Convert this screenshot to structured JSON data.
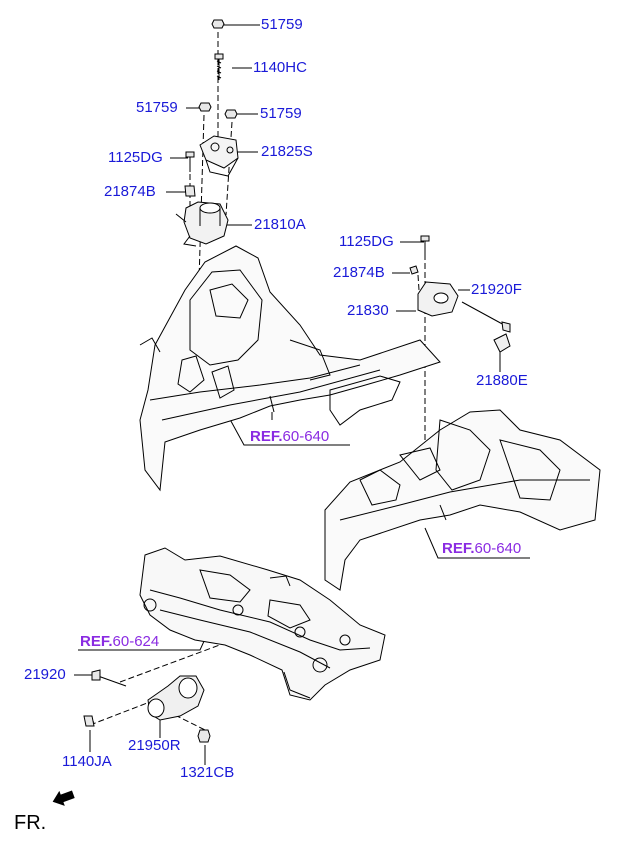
{
  "part_labels": {
    "p51759_top": "51759",
    "p1140HC": "1140HC",
    "p51759_left": "51759",
    "p51759_right": "51759",
    "p1125DG_top": "1125DG",
    "p21825S": "21825S",
    "p21874B_left": "21874B",
    "p21810A": "21810A",
    "p1125DG_right": "1125DG",
    "p21874B_right": "21874B",
    "p21920F": "21920F",
    "p21830": "21830",
    "p21880E": "21880E",
    "p21920": "21920",
    "p21950R": "21950R",
    "p1140JA": "1140JA",
    "p1321CB": "1321CB"
  },
  "references": {
    "ref_a": {
      "prefix": "REF.",
      "code": "60-640"
    },
    "ref_b": {
      "prefix": "REF.",
      "code": "60-640"
    },
    "ref_c": {
      "prefix": "REF.",
      "code": "60-624"
    }
  },
  "direction": {
    "label": "FR."
  },
  "colors": {
    "part_label": "#1a1ad8",
    "reference_label": "#8a2be2",
    "line": "#000000"
  }
}
